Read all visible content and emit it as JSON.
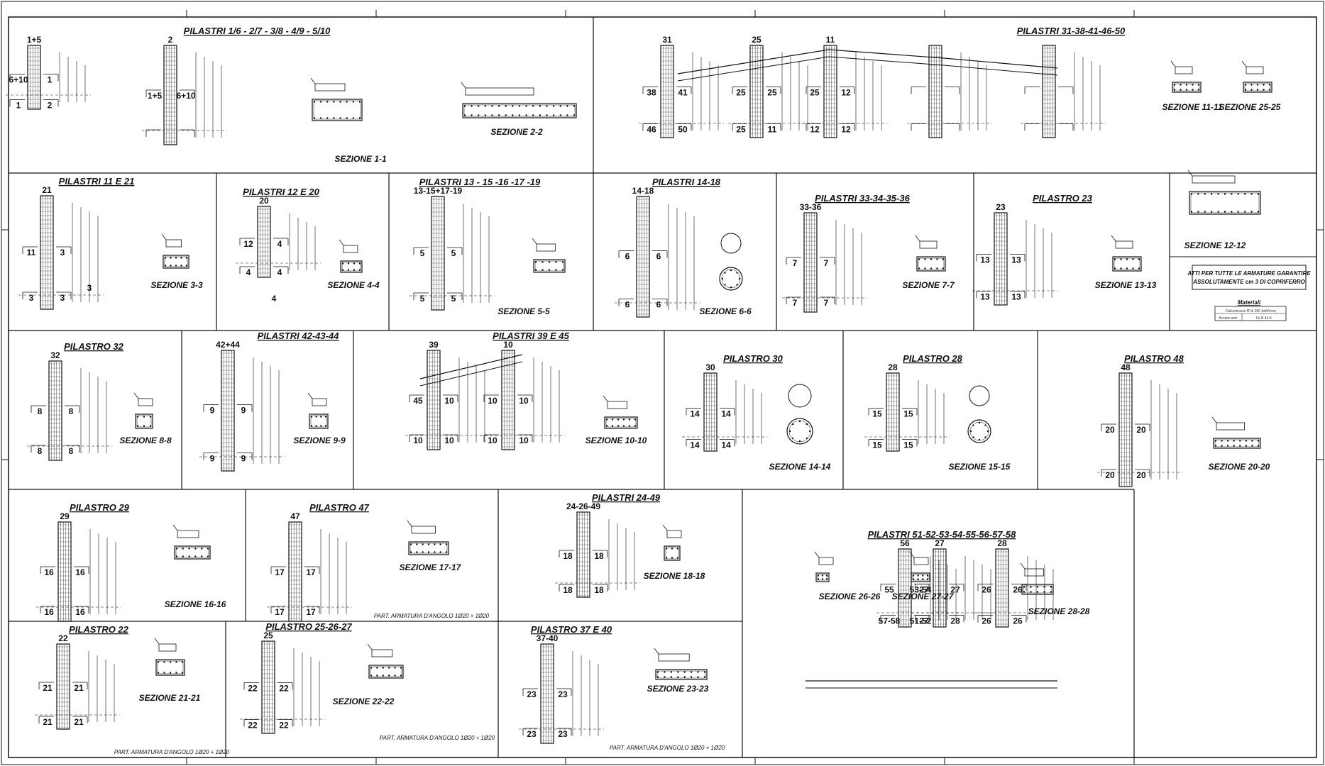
{
  "panels": [
    {
      "id": "p1",
      "title": "PILASTRI 1/6 - 2/7 - 3/8 - 4/9 - 5/10",
      "sections": [
        "SEZIONE 1-1",
        "SEZIONE 2-2"
      ],
      "marks": [
        "1+5",
        "6+10",
        "1",
        "1",
        "2",
        "2",
        "1+5",
        "6+10"
      ]
    },
    {
      "id": "p2",
      "title": "PILASTRI 31-38-41-46-50",
      "sections": [
        "SEZIONE 11-11",
        "SEZIONE 25-25"
      ],
      "marks": [
        "31",
        "38",
        "41",
        "46",
        "50",
        "25",
        "25",
        "25",
        "25",
        "11",
        "11",
        "25",
        "12",
        "12",
        "12"
      ]
    },
    {
      "id": "p3",
      "title": "PILASTRI 11 E 21",
      "sections": [
        "SEZIONE 3-3"
      ],
      "marks": [
        "21",
        "11",
        "3",
        "3",
        "3",
        "3"
      ]
    },
    {
      "id": "p4",
      "title": "PILASTRI 12 E 20",
      "sections": [
        "SEZIONE 4-4"
      ],
      "marks": [
        "20",
        "12",
        "4",
        "4",
        "4",
        "4"
      ]
    },
    {
      "id": "p5",
      "title": "PILASTRI 13 - 15 -16 -17 -19",
      "sections": [
        "SEZIONE 5-5"
      ],
      "marks": [
        "13-15+17-19",
        "5",
        "5",
        "5",
        "5"
      ]
    },
    {
      "id": "p6",
      "title": "PILASTRI 14-18",
      "sections": [
        "SEZIONE 6-6"
      ],
      "marks": [
        "14-18",
        "6",
        "6",
        "6",
        "6"
      ]
    },
    {
      "id": "p7",
      "title": "PILASTRI 33-34-35-36",
      "sections": [
        "SEZIONE 7-7"
      ],
      "marks": [
        "33-36",
        "7",
        "7",
        "7",
        "7"
      ]
    },
    {
      "id": "p8",
      "title": "PILASTRO 23",
      "sections": [
        "SEZIONE 13-13"
      ],
      "marks": [
        "23",
        "13",
        "13",
        "13",
        "13"
      ]
    },
    {
      "id": "p9",
      "title": "",
      "sections": [
        "SEZIONE 12-12"
      ],
      "marks": []
    },
    {
      "id": "p10",
      "title": "PILASTRO 32",
      "sections": [
        "SEZIONE 8-8"
      ],
      "marks": [
        "32",
        "8",
        "8",
        "8",
        "8"
      ]
    },
    {
      "id": "p11",
      "title": "PILASTRI 42-43-44",
      "sections": [
        "SEZIONE 9-9"
      ],
      "marks": [
        "42+44",
        "9",
        "9",
        "9",
        "9"
      ]
    },
    {
      "id": "p12",
      "title": "PILASTRI 39 E 45",
      "sections": [
        "SEZIONE 10-10"
      ],
      "marks": [
        "39",
        "45",
        "10",
        "10",
        "10",
        "10",
        "10",
        "10",
        "10",
        "10"
      ]
    },
    {
      "id": "p13",
      "title": "PILASTRO 30",
      "sections": [
        "SEZIONE 14-14"
      ],
      "marks": [
        "30",
        "14",
        "14",
        "14",
        "14"
      ]
    },
    {
      "id": "p14",
      "title": "PILASTRO 28",
      "sections": [
        "SEZIONE 15-15"
      ],
      "marks": [
        "28",
        "15",
        "15",
        "15",
        "15"
      ]
    },
    {
      "id": "p15",
      "title": "PILASTRO 48",
      "sections": [
        "SEZIONE 20-20"
      ],
      "marks": [
        "48",
        "20",
        "20",
        "20",
        "20"
      ]
    },
    {
      "id": "p16",
      "title": "PILASTRO 29",
      "sections": [
        "SEZIONE 16-16"
      ],
      "marks": [
        "29",
        "16",
        "16",
        "16",
        "16"
      ]
    },
    {
      "id": "p17",
      "title": "PILASTRO 47",
      "sections": [
        "SEZIONE 17-17"
      ],
      "marks": [
        "47",
        "17",
        "17",
        "17",
        "17"
      ]
    },
    {
      "id": "p18",
      "title": "PILASTRI 24-49",
      "sections": [
        "SEZIONE 18-18"
      ],
      "marks": [
        "24-26-49",
        "18",
        "18",
        "18",
        "18"
      ]
    },
    {
      "id": "p19",
      "title": "PILASTRI 51-52-53-54-55-56-57-58",
      "sections": [
        "SEZIONE 26-26",
        "SEZIONE 27-27",
        "SEZIONE 28-28"
      ],
      "marks": [
        "56",
        "55",
        "53-54",
        "57-58",
        "51-52",
        "27",
        "27",
        "27",
        "27",
        "28",
        "28",
        "26",
        "26",
        "26",
        "26"
      ]
    },
    {
      "id": "p20",
      "title": "PILASTRO 22",
      "sections": [
        "SEZIONE 21-21"
      ],
      "marks": [
        "22",
        "21",
        "21",
        "21",
        "21"
      ]
    },
    {
      "id": "p21",
      "title": "PILASTRO 25-26-27",
      "sections": [
        "SEZIONE 22-22"
      ],
      "marks": [
        "25",
        "22",
        "22",
        "22",
        "22"
      ]
    },
    {
      "id": "p22",
      "title": "PILASTRO 37 E 40",
      "sections": [
        "SEZIONE 23-23"
      ],
      "marks": [
        "37-40",
        "23",
        "23",
        "23",
        "23"
      ]
    }
  ],
  "part_notes": [
    "PART. ARMATURA D'ANGOLO 1Ø20 + 1Ø20",
    "PART. ARMATURA D'ANGOLO 1Ø20 + 1Ø20",
    "PART. ARMATURA D'ANGOLO 1Ø20 + 1Ø20",
    "PART. ARMATURA D'ANGOLO 1Ø20 + 1Ø20"
  ],
  "note_box": {
    "line1": "ATTI PER TUTTE LE ARMATURE GARANTIRE",
    "line2": "ASSOLUTAMENTE cm 3 DI COPRIFERRO"
  },
  "materials": {
    "title": "Materiali",
    "row1_label": "Calcestruzzo R'ck 300 daN/cmq",
    "row2_label": "Acciaio arm.",
    "row2_value": "Fe B 44 K"
  }
}
